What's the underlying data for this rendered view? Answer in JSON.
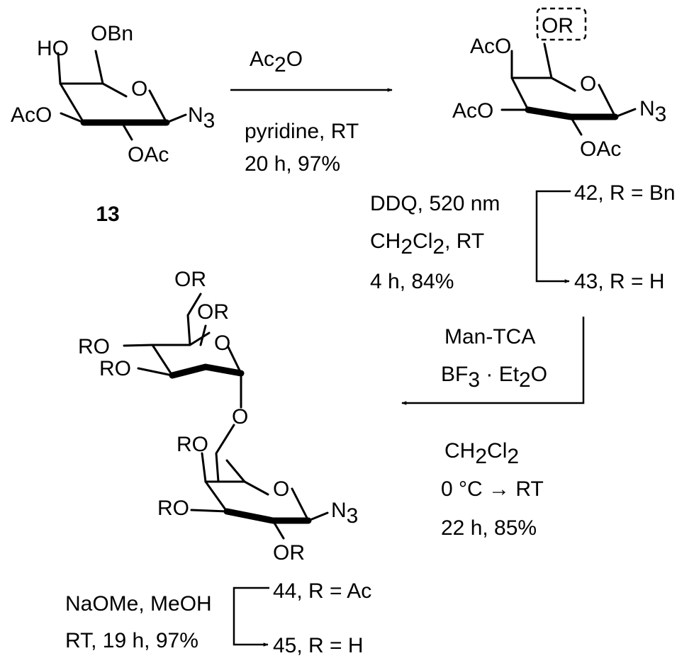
{
  "compounds": {
    "c13": {
      "ho": "HO",
      "obn": "OBn",
      "ring_o": "O",
      "aco": "AcO",
      "n3_n": "N",
      "n3_sub": "3",
      "oac": "OAc",
      "id": "13"
    },
    "c42": {
      "aco_top": "AcO",
      "or": "OR",
      "ring_o": "O",
      "aco_bottom": "AcO",
      "n3_n": "N",
      "n3_sub": "3",
      "oac": "OAc",
      "label_42_id": "42",
      "label_42_text": ", R = Bn",
      "label_43_id": "43",
      "label_43_text": ", R = H"
    },
    "c44": {
      "or_top": "OR",
      "or_ring": "OR",
      "ring_o_upper": "O",
      "ro_1": "RO",
      "ro_2": "RO",
      "link_o": "O",
      "ro_3": "RO",
      "ring_o_lower": "O",
      "ro_4": "RO",
      "n3_n": "N",
      "n3_sub": "3",
      "or_bottom": "OR",
      "label_44_id": "44",
      "label_44_text": ", R = Ac",
      "label_45_id": "45",
      "label_45_text": ", R = H"
    }
  },
  "steps": {
    "step1": {
      "reagent_pre": "Ac",
      "reagent_sub": "2",
      "reagent_post": "O",
      "solvent": "pyridine, RT",
      "time_yield": "20 h, 97%"
    },
    "step2": {
      "reagent": "DDQ, 520 nm",
      "solvent_a": "CH",
      "solvent_sub1": "2",
      "solvent_b": "Cl",
      "solvent_sub2": "2",
      "solvent_c": ", RT",
      "time_yield": "4 h, 84%"
    },
    "step3": {
      "donor": "Man-TCA",
      "promoter_a": "BF",
      "promoter_sub1": "3",
      "promoter_b": " · Et",
      "promoter_sub2": "2",
      "promoter_c": "O",
      "solvent_a": "CH",
      "solvent_sub1": "2",
      "solvent_b": "Cl",
      "solvent_sub2": "2",
      "temp": "0 °C → RT",
      "time_yield": "22 h, 85%"
    },
    "step4": {
      "reagents": "NaOMe, MeOH",
      "conditions": "RT, 19 h, 97%"
    }
  }
}
